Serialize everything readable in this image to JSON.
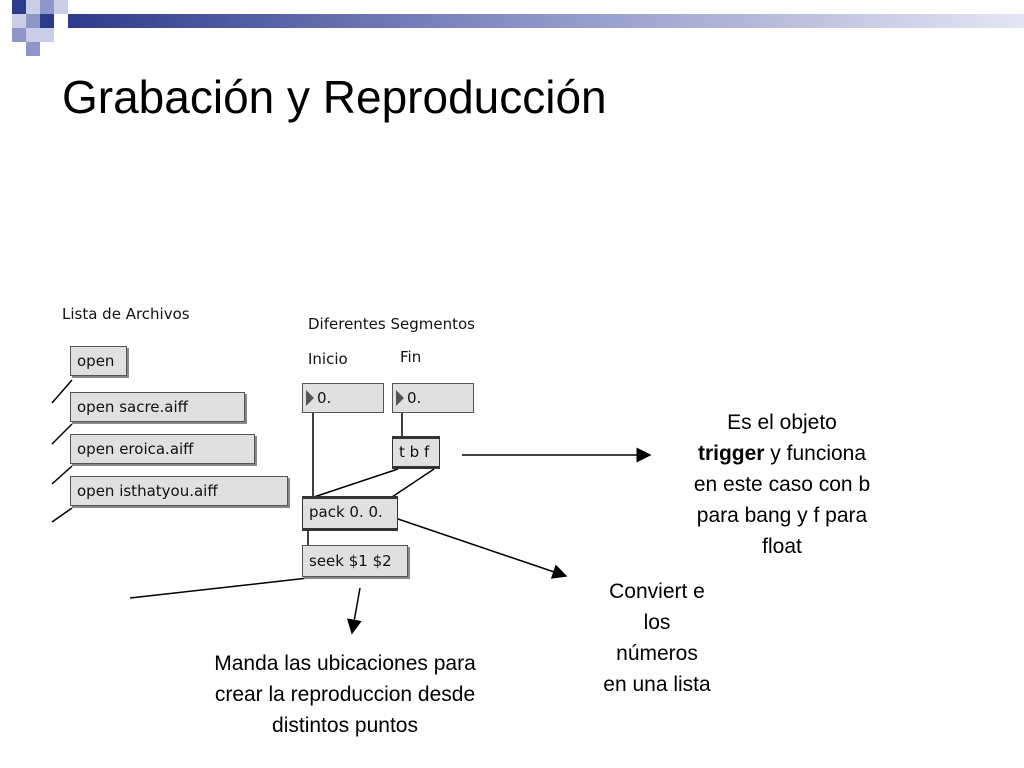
{
  "title": "Grabación y Reproducción",
  "labels": {
    "file_list": "Lista de Archivos",
    "segments": "Diferentes Segmentos",
    "start": "Inicio",
    "end": "Fin"
  },
  "messages": {
    "open": "open",
    "open_sacre": "open sacre.aiff",
    "open_eroica": "open eroica.aiff",
    "open_isthatyou": "open isthatyou.aiff",
    "seek": "seek $1 $2"
  },
  "number_boxes": {
    "start_value": "0.",
    "end_value": "0."
  },
  "objects": {
    "trigger": "t b f",
    "pack": "pack 0. 0."
  },
  "notes": {
    "trigger_pre": "Es el objeto",
    "trigger_bold": "trigger",
    "trigger_post": " y funciona en este caso con b para bang y f para float",
    "pack_note": "Conviert e los números en una lista",
    "seek_note": "Manda las ubicaciones para crear la reproduccion desde distintos puntos"
  },
  "colors": {
    "deco_dark": "#2e3a8c",
    "deco_mid": "#8f97c8",
    "deco_light": "#c9cde6",
    "box_fill": "#e0e0e0"
  }
}
